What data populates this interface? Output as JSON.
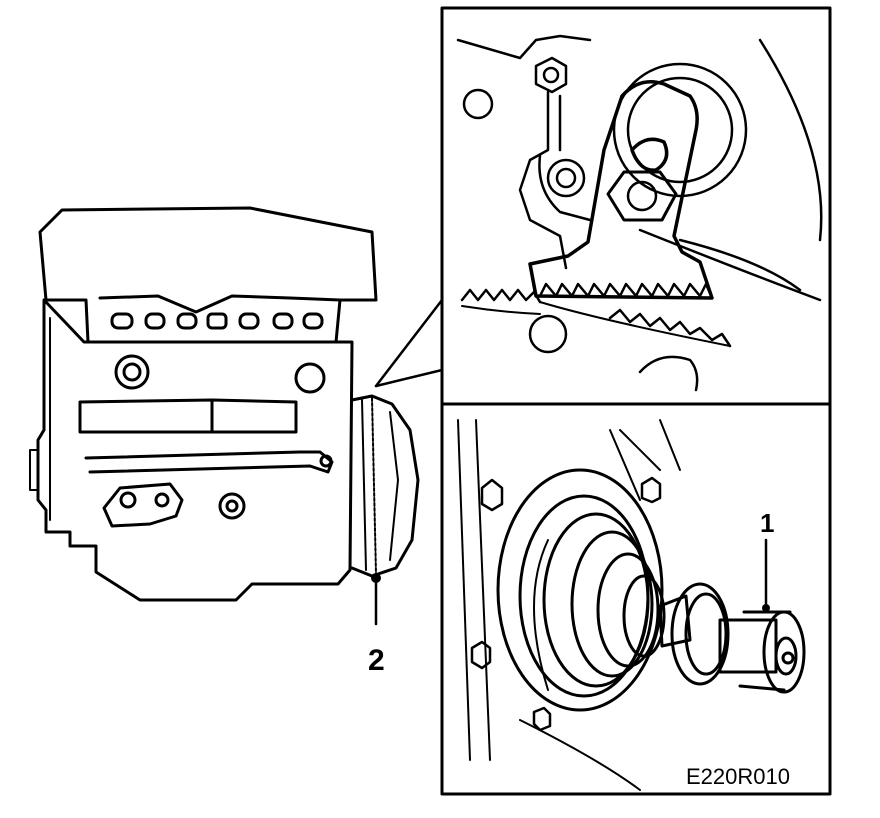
{
  "callouts": {
    "one": "1",
    "two": "2"
  },
  "figure_code": "E220R010",
  "colors": {
    "ink": "#000000",
    "paper": "#ffffff"
  }
}
